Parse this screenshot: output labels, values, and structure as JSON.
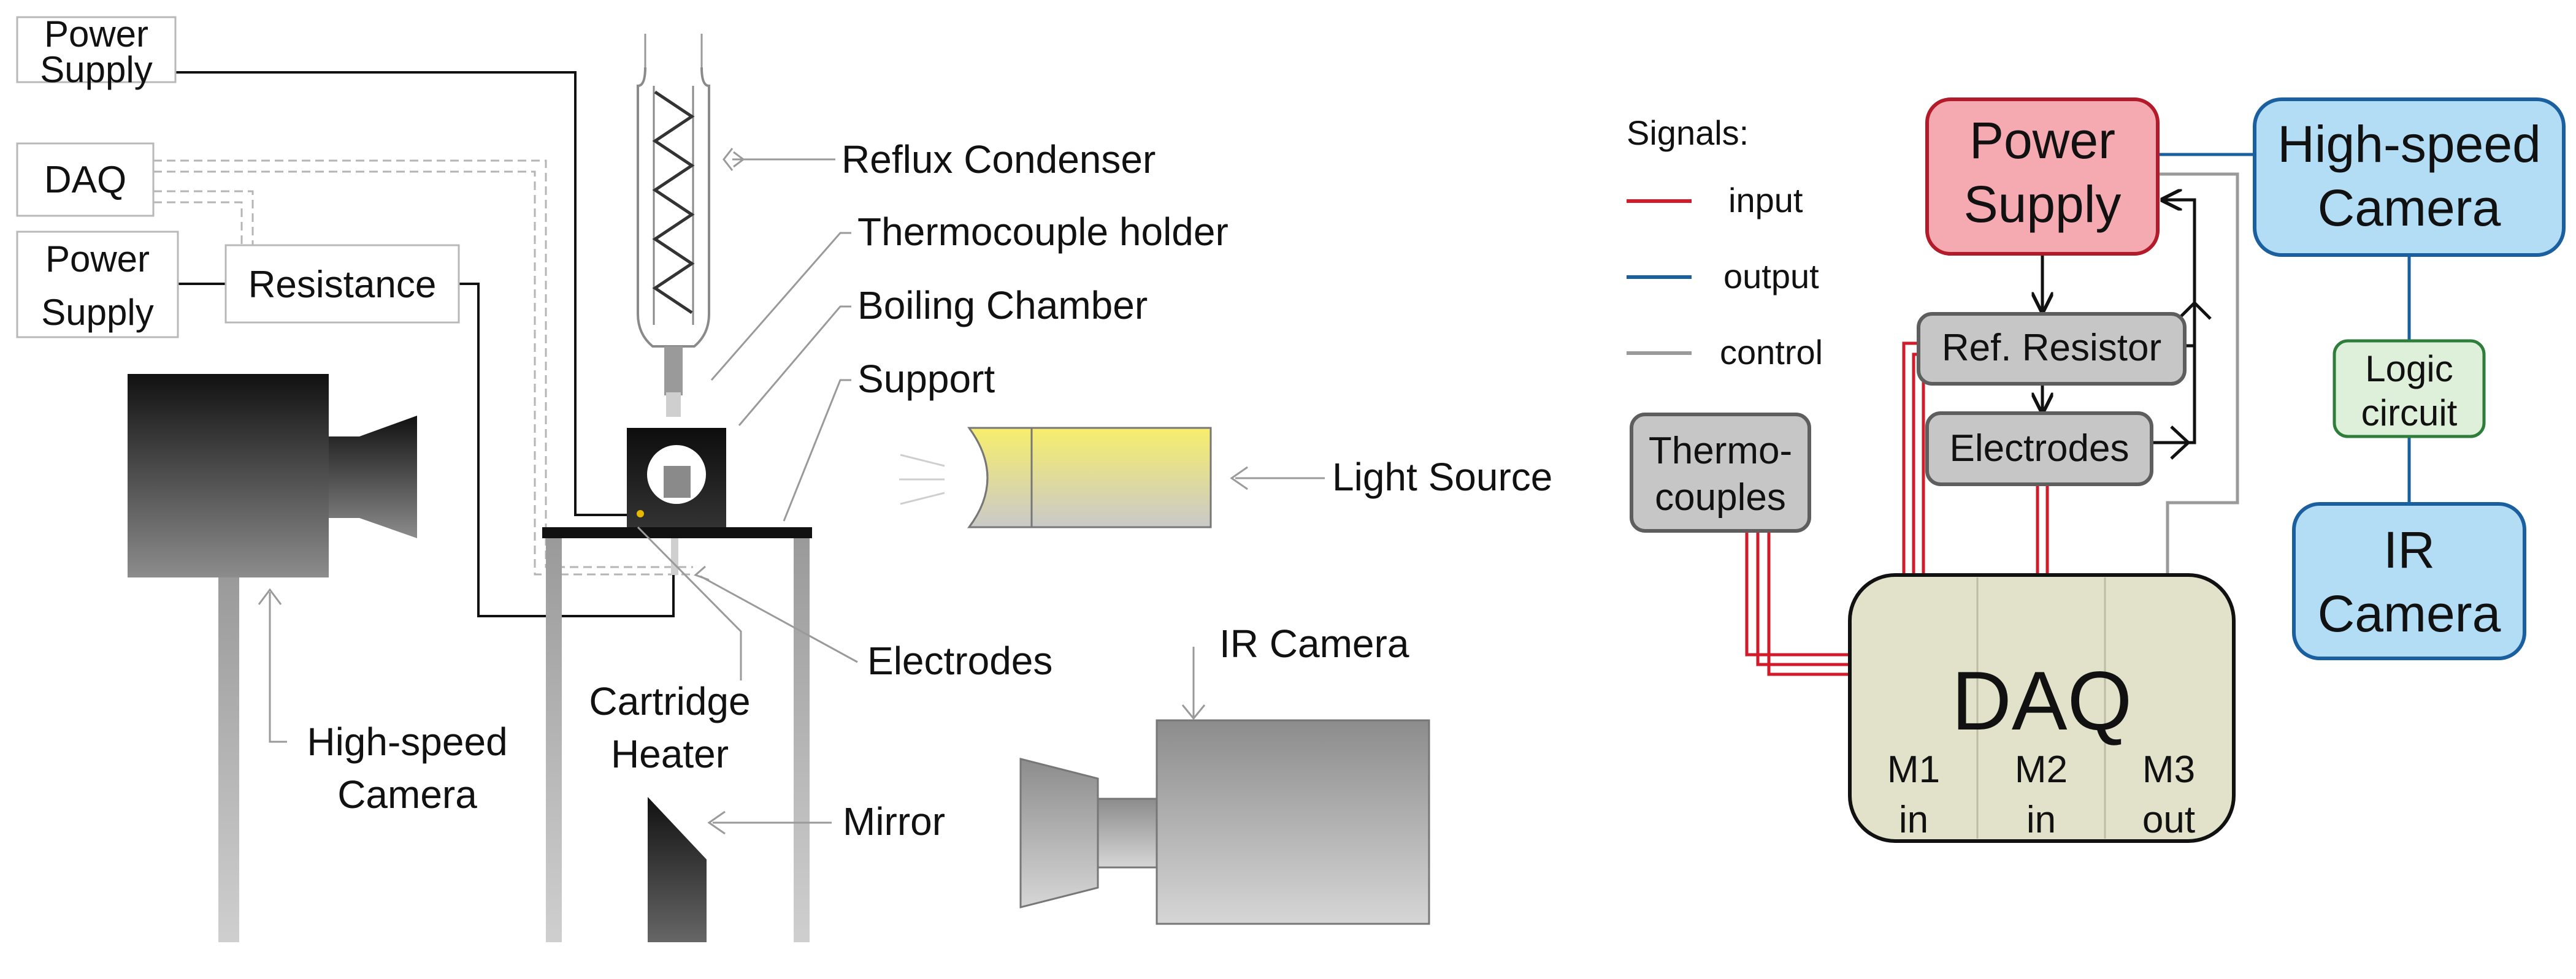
{
  "setup": {
    "power_supply_top": [
      "Power",
      "Supply"
    ],
    "daq": "DAQ",
    "power_supply_bottom": [
      "Power",
      "Supply"
    ],
    "resistance": "Resistance",
    "reflux_condenser": "Reflux Condenser",
    "thermocouple_holder": "Thermocouple holder",
    "boiling_chamber": "Boiling Chamber",
    "support": "Support",
    "light_source": "Light Source",
    "electrodes": "Electrodes",
    "ir_camera": "IR Camera",
    "cartridge_heater": [
      "Cartridge",
      "Heater"
    ],
    "mirror": "Mirror",
    "high_speed_camera": [
      "High-speed",
      "Camera"
    ]
  },
  "signals": {
    "title": "Signals:",
    "items": [
      {
        "label": "input",
        "color": "#d11a2a"
      },
      {
        "label": "output",
        "color": "#1a5fa0"
      },
      {
        "label": "control",
        "color": "#9a9a9a"
      }
    ]
  },
  "block_diagram": {
    "power_supply": [
      "Power",
      "Supply"
    ],
    "high_speed_camera": [
      "High-speed",
      "Camera"
    ],
    "ref_resistor": "Ref. Resistor",
    "electrodes": "Electrodes",
    "thermocouples": [
      "Thermo-",
      "couples"
    ],
    "logic_circuit": [
      "Logic",
      "circuit"
    ],
    "ir_camera": [
      "IR",
      "Camera"
    ],
    "daq": {
      "title": "DAQ",
      "modules": [
        [
          "M1",
          "in"
        ],
        [
          "M2",
          "in"
        ],
        [
          "M3",
          "out"
        ]
      ]
    }
  },
  "colors": {
    "power_fill": "#f4aab0",
    "power_stroke": "#b31b2b",
    "camera_fill": "#b3dcf5",
    "camera_stroke": "#1a5fa0",
    "logic_fill": "#dff0da",
    "logic_stroke": "#2f7d3a",
    "gray_box_fill": "#c6c6c6",
    "gray_box_stroke": "#5e5e5e",
    "daq_fill": "#e2e1c9"
  }
}
